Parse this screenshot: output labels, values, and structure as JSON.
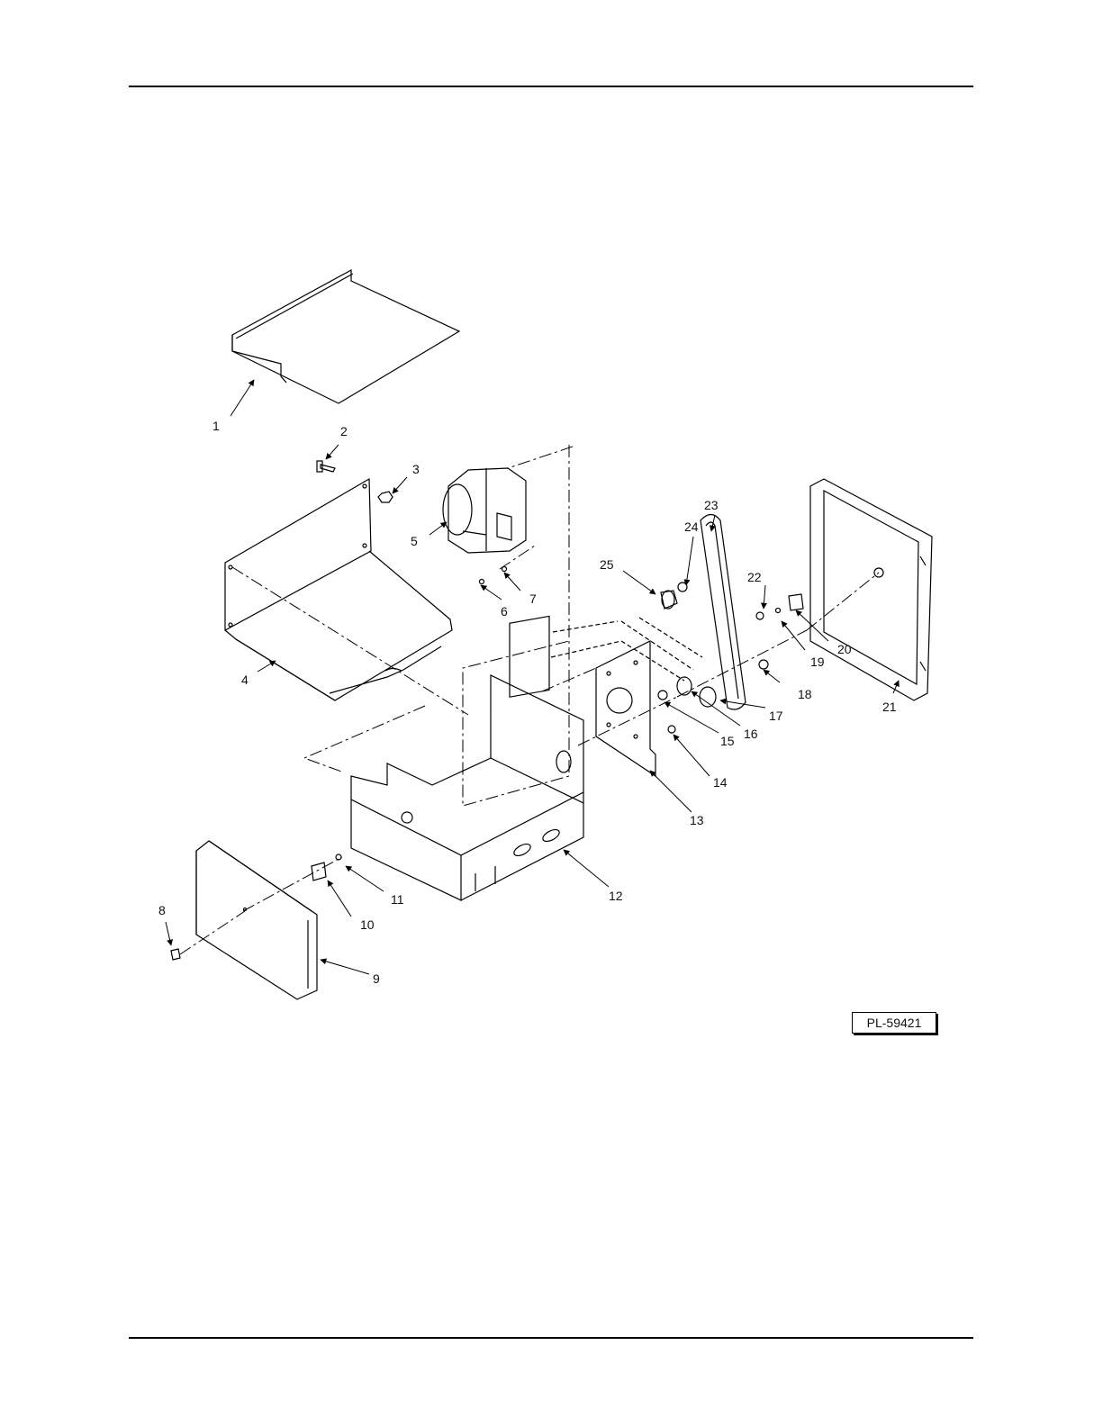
{
  "drawing_id": "PL-59421",
  "callouts": [
    {
      "id": "callout-1",
      "label": "1"
    },
    {
      "id": "callout-2",
      "label": "2"
    },
    {
      "id": "callout-3",
      "label": "3"
    },
    {
      "id": "callout-4",
      "label": "4"
    },
    {
      "id": "callout-5",
      "label": "5"
    },
    {
      "id": "callout-6",
      "label": "6"
    },
    {
      "id": "callout-7",
      "label": "7"
    },
    {
      "id": "callout-8",
      "label": "8"
    },
    {
      "id": "callout-9",
      "label": "9"
    },
    {
      "id": "callout-10",
      "label": "10"
    },
    {
      "id": "callout-11",
      "label": "11"
    },
    {
      "id": "callout-12",
      "label": "12"
    },
    {
      "id": "callout-13",
      "label": "13"
    },
    {
      "id": "callout-14",
      "label": "14"
    },
    {
      "id": "callout-15",
      "label": "15"
    },
    {
      "id": "callout-16",
      "label": "16"
    },
    {
      "id": "callout-17",
      "label": "17"
    },
    {
      "id": "callout-18",
      "label": "18"
    },
    {
      "id": "callout-19",
      "label": "19"
    },
    {
      "id": "callout-20",
      "label": "20"
    },
    {
      "id": "callout-21",
      "label": "21"
    },
    {
      "id": "callout-22",
      "label": "22"
    },
    {
      "id": "callout-23",
      "label": "23"
    },
    {
      "id": "callout-24",
      "label": "24"
    },
    {
      "id": "callout-25",
      "label": "25"
    }
  ]
}
